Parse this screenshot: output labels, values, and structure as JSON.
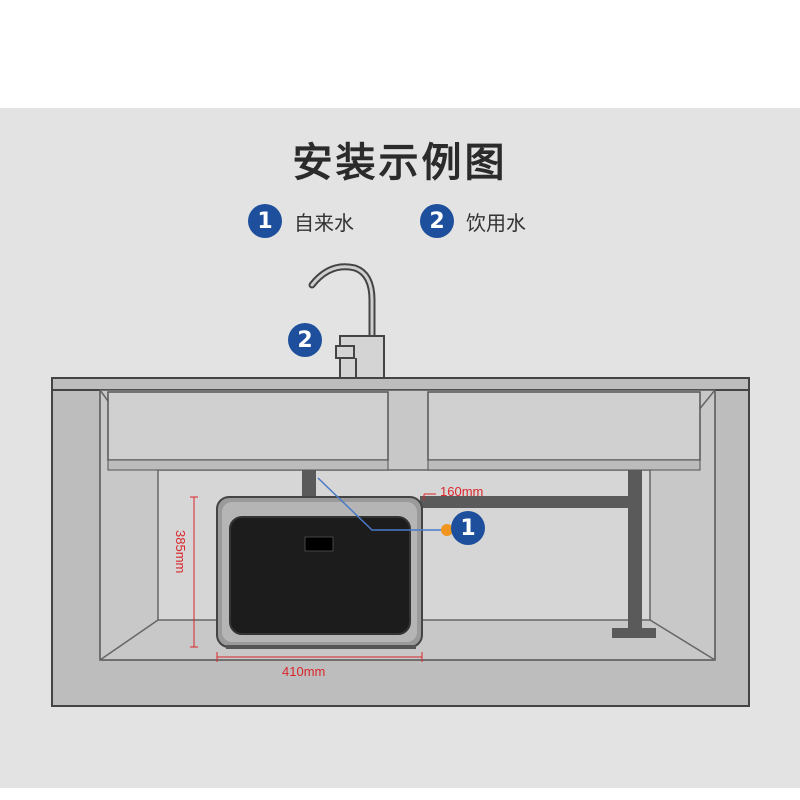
{
  "title": "安装示例图",
  "legend": [
    {
      "number": "1",
      "label": "自来水"
    },
    {
      "number": "2",
      "label": "饮用水"
    }
  ],
  "callouts": {
    "faucet_number": "2",
    "inlet_number": "1"
  },
  "dimensions": {
    "width": "410mm",
    "height": "385mm",
    "depth": "160mm"
  },
  "colors": {
    "badge": "#1d4f9c",
    "dimension": "#d9262b",
    "inlet_dot": "#f0961e",
    "callout_line": "#4a7ac7"
  }
}
